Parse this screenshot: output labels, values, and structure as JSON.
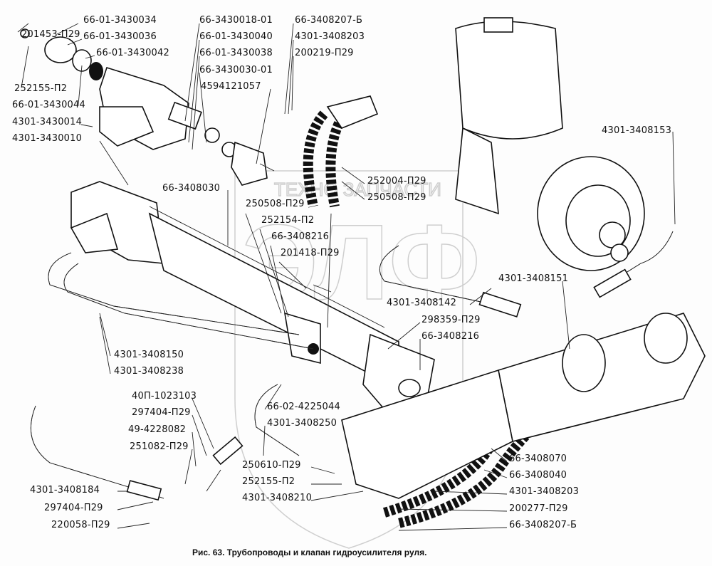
{
  "caption": "Рис. 63. Трубопроводы и клапан гидроусилителя руля.",
  "watermark": {
    "top": "ТЕХНО ЗАПЧАСТИ",
    "logo": "ЭЛФ"
  },
  "labels": [
    "201453-П29",
    "66-01-3430034",
    "66-01-3430036",
    "66-01-3430042",
    "252155-П2",
    "66-01-3430044",
    "4301-3430014",
    "4301-3430010",
    "66-3430018-01",
    "66-01-3430040",
    "66-01-3430038",
    "66-3430030-01",
    "4594121057",
    "66-3408207-Б",
    "4301-3408203",
    "200219-П29",
    "4301-3408153",
    "66-3408030",
    "252004-П29",
    "250508-П29",
    "250508-П29",
    "252154-П2",
    "66-3408216",
    "201418-П29",
    "4301-3408142",
    "4301-3408151",
    "298359-П29",
    "66-3408216",
    "4301-3408150",
    "4301-3408238",
    "40П-1023103",
    "297404-П29",
    "49-4228082",
    "251082-П29",
    "66-02-4225044",
    "4301-3408250",
    "66-3408070",
    "66-3408040",
    "4301-3408203",
    "200277-П29",
    "66-3408207-Б",
    "250610-П29",
    "252155-П2",
    "4301-3408210",
    "4301-3408184",
    "297404-П29",
    "220058-П29"
  ]
}
